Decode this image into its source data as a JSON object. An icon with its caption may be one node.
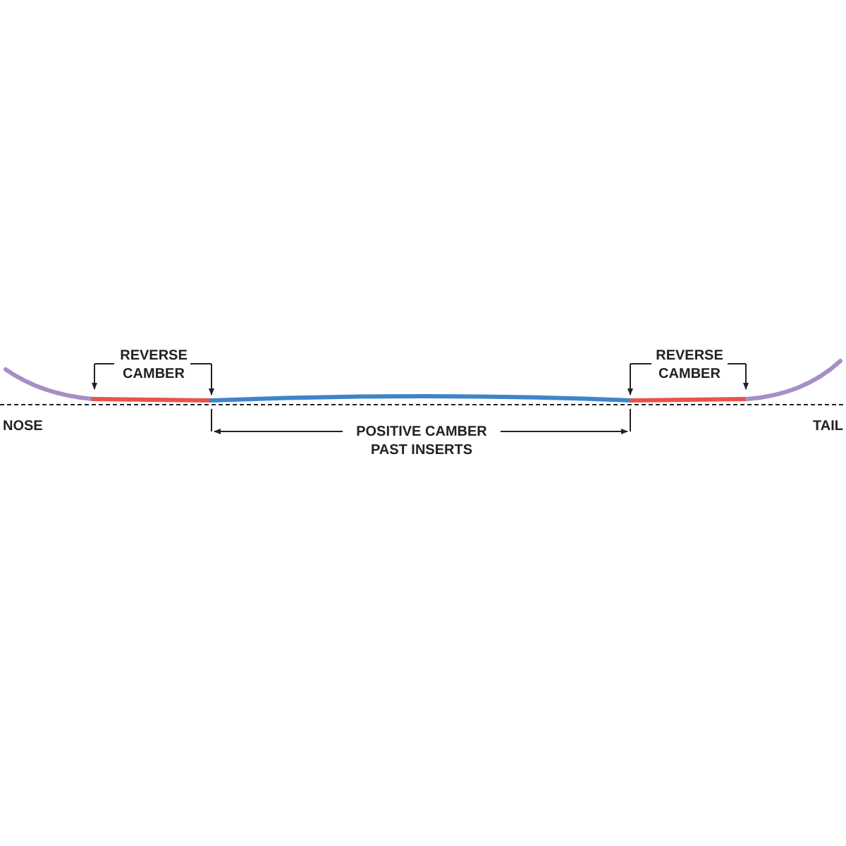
{
  "diagram": {
    "labels": [
      "REVERSE CAMBER",
      "REVERSE CAMBER",
      "NOSE",
      "POSITIVE CAMBER PAST INSERTS",
      "TAIL"
    ]
  }
}
